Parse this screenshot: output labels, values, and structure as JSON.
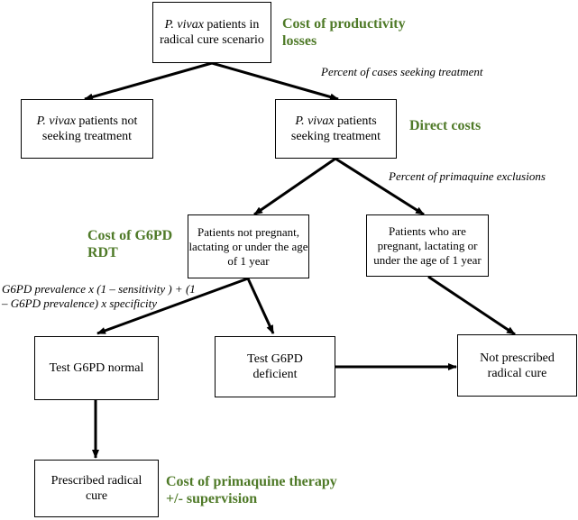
{
  "nodes": {
    "root": {
      "italic": "P. vivax",
      "text": " patients in radical cure scenario"
    },
    "not_seeking": {
      "italic": "P. vivax",
      "text": " patients not seeking treatment"
    },
    "seeking": {
      "italic": "P. vivax",
      "text": " patients seeking treatment"
    },
    "not_pregnant": {
      "text": "Patients not pregnant, lactating or under the age of 1 year"
    },
    "pregnant": {
      "text": "Patients who are pregnant, lactating or under the age of 1 year"
    },
    "test_normal": {
      "text": "Test G6PD normal"
    },
    "test_deficient": {
      "text": "Test G6PD deficient"
    },
    "not_prescribed": {
      "text": "Not prescribed radical cure"
    },
    "prescribed": {
      "text": "Prescribed radical cure"
    }
  },
  "cost_labels": {
    "productivity": "Cost of productivity losses",
    "direct": "Direct costs",
    "g6pd_rdt": "Cost of G6PD RDT",
    "primaquine": "Cost of primaquine therapy +/- supervision"
  },
  "probability_labels": {
    "seeking_treatment": "Percent of cases seeking treatment",
    "primaquine_exclusions": "Percent of primaquine exclusions",
    "g6pd_formula": "G6PD prevalence x (1 – sensitivity ) + (1 – G6PD prevalence) x specificity"
  },
  "colors": {
    "cost_label": "#4f7a28",
    "line": "#000000"
  }
}
